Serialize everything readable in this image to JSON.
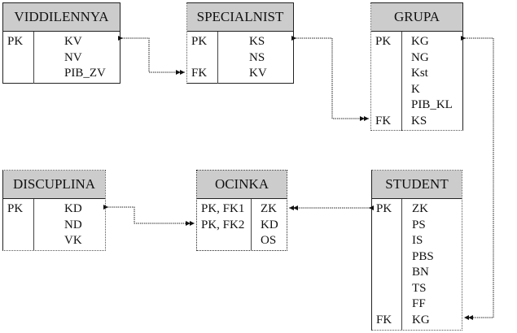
{
  "entities": {
    "viddilennya": {
      "title": "VIDDILENNYA",
      "keys": [
        "PK",
        "",
        ""
      ],
      "columns": [
        "KV",
        "NV",
        "PIB_ZV"
      ]
    },
    "specialnist": {
      "title": "SPECIALNIST",
      "keys": [
        "PK",
        "",
        "FK"
      ],
      "columns": [
        "KS",
        "NS",
        "KV"
      ]
    },
    "grupa": {
      "title": "GRUPA",
      "keys": [
        "PK",
        "",
        "",
        "",
        "",
        "FK"
      ],
      "columns": [
        "KG",
        "NG",
        "Kst",
        "K",
        "PIB_KL",
        "KS"
      ]
    },
    "discuplina": {
      "title": "DISCUPLINA",
      "keys": [
        "PK",
        "",
        ""
      ],
      "columns": [
        "KD",
        "ND",
        "VK"
      ]
    },
    "ocinka": {
      "title": "OCINKA",
      "keys": [
        "PK, FK1",
        "PK, FK2",
        ""
      ],
      "columns": [
        "ZK",
        "KD",
        "OS"
      ]
    },
    "student": {
      "title": "STUDENT",
      "keys": [
        "PK",
        "",
        "",
        "",
        "",
        "",
        "",
        "FK"
      ],
      "columns": [
        "ZK",
        "PS",
        "IS",
        "PBS",
        "BN",
        "TS",
        "FF",
        "KG"
      ]
    }
  },
  "relationships": [
    {
      "from": "VIDDILENNYA.KV",
      "to": "SPECIALNIST.KV"
    },
    {
      "from": "SPECIALNIST.KS",
      "to": "GRUPA.KS"
    },
    {
      "from": "GRUPA.KG",
      "to": "STUDENT.KG"
    },
    {
      "from": "DISCUPLINA.KD",
      "to": "OCINKA.KD"
    },
    {
      "from": "STUDENT.ZK",
      "to": "OCINKA.ZK"
    }
  ]
}
